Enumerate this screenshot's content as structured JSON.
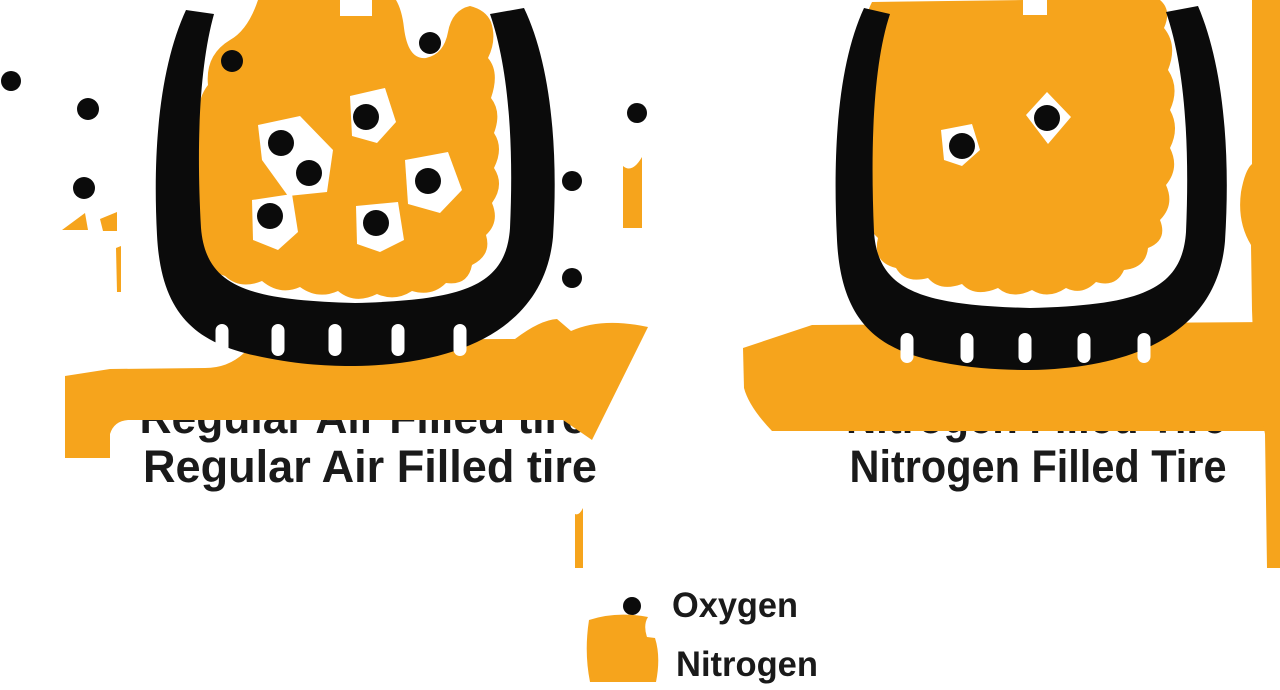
{
  "colors": {
    "nitrogen": "#F6A41C",
    "oxygen": "#0B0B0B",
    "tire": "#0B0B0B",
    "label_text": "#1A1A1A",
    "background": "#FFFFFF"
  },
  "figures": {
    "left": {
      "label": "Regular Air Filled tire",
      "ghost_label": "Regular Air Filled tire",
      "oxygen_dots_outside": [
        [
          11,
          81,
          10
        ],
        [
          88,
          109,
          11
        ],
        [
          84,
          188,
          11
        ],
        [
          637,
          113,
          10
        ],
        [
          572,
          181,
          10
        ],
        [
          572,
          278,
          10
        ]
      ],
      "oxygen_dots_inside": [
        [
          232,
          61,
          11
        ],
        [
          430,
          43,
          11
        ],
        [
          366,
          117,
          13
        ],
        [
          281,
          143,
          13
        ],
        [
          309,
          173,
          13
        ],
        [
          428,
          181,
          13
        ],
        [
          270,
          216,
          13
        ],
        [
          376,
          223,
          13
        ]
      ]
    },
    "right": {
      "label": "Nitrogen Filled Tire",
      "ghost_label": "Nitrogen Filled Tire",
      "oxygen_dots_inside": [
        [
          962,
          146,
          13
        ],
        [
          1047,
          118,
          13
        ]
      ]
    }
  },
  "legend": {
    "oxygen_label": "Oxygen",
    "nitrogen_label": "Nitrogen",
    "oxygen_marker": "black-dot",
    "nitrogen_marker": "orange-blob-square",
    "dot": [
      [
        632,
        606,
        9
      ]
    ]
  }
}
